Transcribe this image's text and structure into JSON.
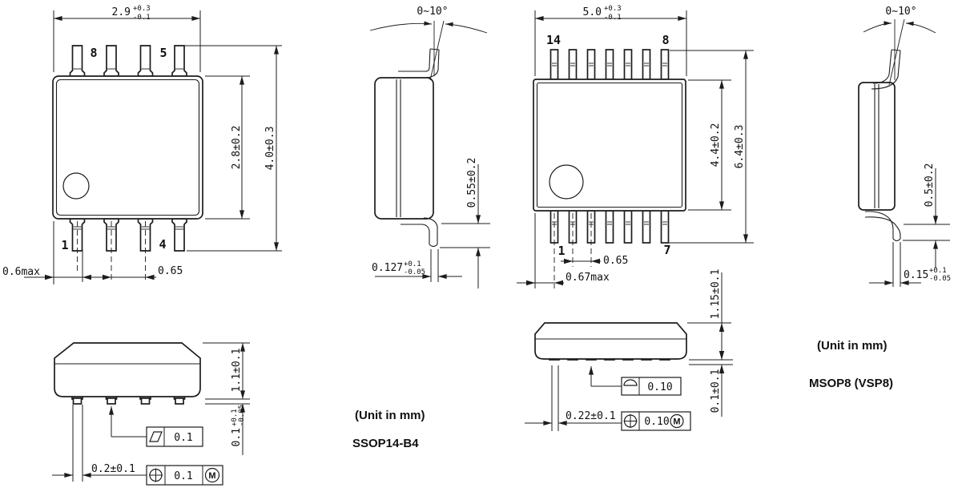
{
  "fig1": {
    "front": {
      "width": "2.9",
      "width_tol_plus": "+0.3",
      "width_tol_minus": "-0.1",
      "pin_top_left": "8",
      "pin_top_right": "5",
      "pin_bottom_left": "1",
      "pin_bottom_right": "4",
      "body_height": "2.8±0.2",
      "overall_height": "4.0±0.3",
      "edge_to_lead": "0.6max",
      "lead_pitch": "0.65"
    },
    "side": {
      "lead_angle": "0~10°",
      "foot_length": "0.55±0.2",
      "lead_thickness": "0.127",
      "lead_thickness_tol_plus": "+0.1",
      "lead_thickness_tol_minus": "-0.05"
    },
    "bottom": {
      "package_height": "1.1±0.1",
      "standoff": "0.1",
      "standoff_tol_plus": "+0.1",
      "standoff_tol_minus": "-0.05",
      "coplanarity": "0.1",
      "lead_width": "0.2±0.1",
      "position_tolerance": "0.1",
      "material_modifier": "M"
    },
    "unit_note": "(Unit in mm)",
    "package_name": "SSOP14-B4"
  },
  "fig2": {
    "front": {
      "width": "5.0",
      "width_tol_plus": "+0.3",
      "width_tol_minus": "-0.1",
      "pin_top_left": "14",
      "pin_top_right": "8",
      "pin_bottom_left": "1",
      "pin_bottom_right": "7",
      "body_height": "4.4±0.2",
      "overall_height": "6.4±0.3",
      "edge_to_lead": "0.67max",
      "lead_pitch": "0.65"
    },
    "side": {
      "lead_angle": "0~10°",
      "foot_length": "0.5±0.2",
      "lead_thickness": "0.15",
      "lead_thickness_tol_plus": "+0.1",
      "lead_thickness_tol_minus": "-0.05"
    },
    "bottom": {
      "package_height": "1.15±0.1",
      "standoff": "0.1±0.1",
      "coplanarity": "0.10",
      "lead_width": "0.22±0.1",
      "position_tolerance": "0.10",
      "material_modifier": "M"
    },
    "unit_note": "(Unit in mm)",
    "package_name": "MSOP8 (VSP8)"
  }
}
